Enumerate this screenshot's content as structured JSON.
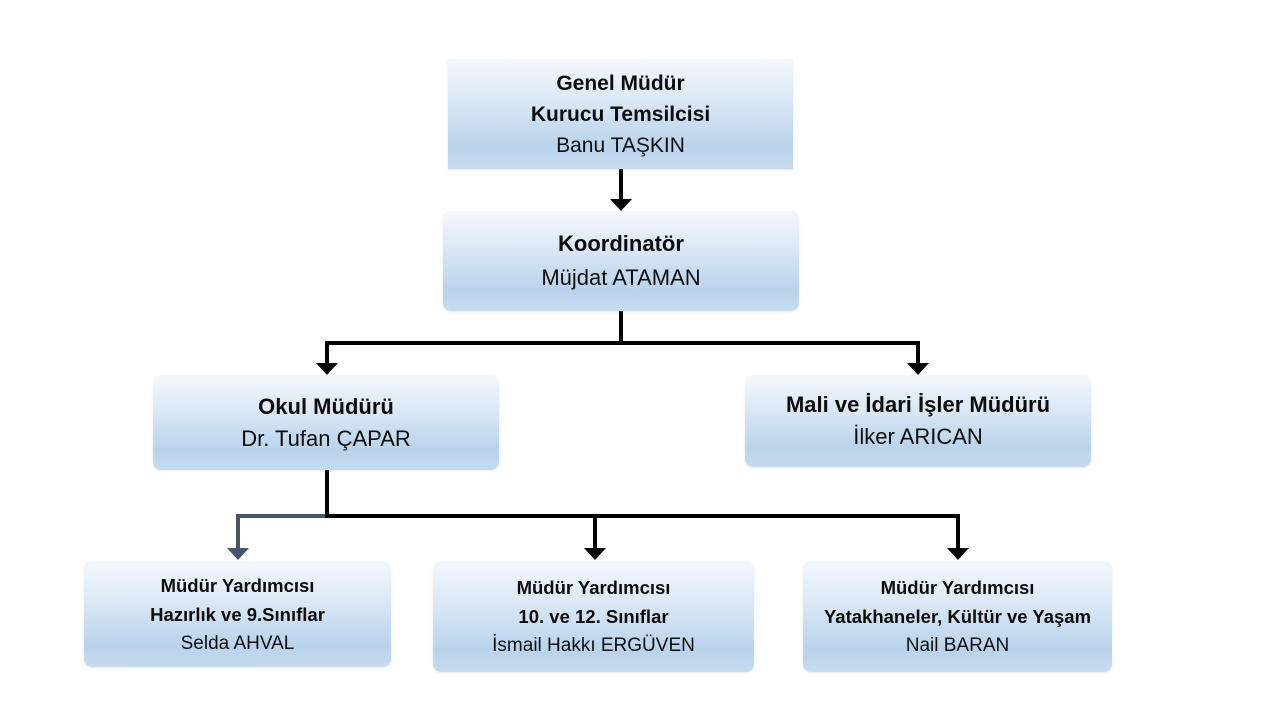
{
  "org_chart": {
    "nodes": [
      {
        "id": "genel-mudur",
        "title_lines": [
          "Genel Müdür",
          "Kurucu Temsilcisi"
        ],
        "person": "Banu TAŞKIN"
      },
      {
        "id": "koordinator",
        "title_lines": [
          "Koordinatör"
        ],
        "person": "Müjdat ATAMAN"
      },
      {
        "id": "okul-muduru",
        "title_lines": [
          "Okul Müdürü"
        ],
        "person": "Dr. Tufan ÇAPAR"
      },
      {
        "id": "mali-idari",
        "title_lines": [
          "Mali ve İdari İşler Müdürü"
        ],
        "person": "İlker ARICAN"
      },
      {
        "id": "mudur-yrd-hazirlik",
        "title_lines": [
          "Müdür Yardımcısı",
          "Hazırlık ve 9.Sınıflar"
        ],
        "person": "Selda AHVAL"
      },
      {
        "id": "mudur-yrd-10-12",
        "title_lines": [
          "Müdür Yardımcısı",
          "10. ve 12. Sınıflar"
        ],
        "person": "İsmail Hakkı ERGÜVEN"
      },
      {
        "id": "mudur-yrd-yatakhane",
        "title_lines": [
          "Müdür Yardımcısı",
          "Yatakhaneler, Kültür ve Yaşam"
        ],
        "person": "Nail BARAN"
      }
    ],
    "edges": [
      {
        "from": "genel-mudur",
        "to": "koordinator"
      },
      {
        "from": "koordinator",
        "to": "okul-muduru"
      },
      {
        "from": "koordinator",
        "to": "mali-idari"
      },
      {
        "from": "okul-muduru",
        "to": "mudur-yrd-hazirlik",
        "color": "#44546a"
      },
      {
        "from": "okul-muduru",
        "to": "mudur-yrd-10-12"
      },
      {
        "from": "okul-muduru",
        "to": "mudur-yrd-yatakhane"
      }
    ],
    "colors": {
      "connector": "#000000",
      "connector_alt": "#44546a",
      "box_top": "#f4f8fc",
      "box_bottom": "#b9d3ec"
    }
  }
}
